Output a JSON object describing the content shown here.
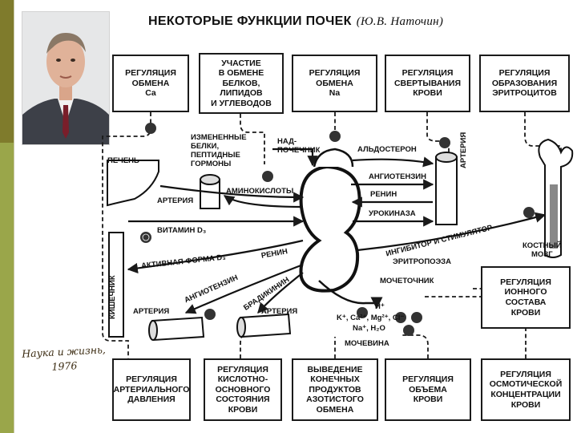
{
  "header": {
    "title": "НЕКОТОРЫЕ ФУНКЦИИ ПОЧЕК",
    "author": "(Ю.В. Наточин)"
  },
  "signature": "Наука и жизнь,\n1976",
  "top_boxes": [
    "РЕГУЛЯЦИЯ\nОБМЕНА\nCa",
    "УЧАСТИЕ\nВ ОБМЕНЕ\nБЕЛКОВ,\nЛИПИДОВ\nИ УГЛЕВОДОВ",
    "РЕГУЛЯЦИЯ\nОБМЕНА\nNa",
    "РЕГУЛЯЦИЯ\nСВЕРТЫВАНИЯ\nКРОВИ",
    "РЕГУЛЯЦИЯ\nОБРАЗОВАНИЯ\nЭРИТРОЦИТОВ"
  ],
  "bottom_boxes": [
    "РЕГУЛЯЦИЯ\nАРТЕРИАЛЬНОГО\nДАВЛЕНИЯ",
    "РЕГУЛЯЦИЯ\nКИСЛОТНО-\nОСНОВНОГО\nСОСТОЯНИЯ\nКРОВИ",
    "ВЫВЕДЕНИЕ\nКОНЕЧНЫХ\nПРОДУКТОВ\nАЗОТИСТОГО\nОБМЕНА",
    "РЕГУЛЯЦИЯ\nОБЪЕМА\nКРОВИ",
    "РЕГУЛЯЦИЯ\nОСМОТИЧЕСКОЙ\nКОНЦЕНТРАЦИИ\nКРОВИ"
  ],
  "right_box": "РЕГУЛЯЦИЯ\nИОННОГО\nСОСТАВА\nКРОВИ",
  "labels": {
    "changed_proteins": "ИЗМЕНЕННЫЕ\nБЕЛКИ,\nПЕПТИДНЫЕ\nГОРМОНЫ",
    "adrenal": "НАД-\nПОЧЕЧНИК",
    "aldosterone": "АЛЬДОСТЕРОН",
    "liver": "ПЕЧЕНЬ",
    "artery": "АРТЕРИЯ",
    "amino_acids": "АМИНОКИСЛОТЫ",
    "angiotensin": "АНГИОТЕНЗИН",
    "renin": "РЕНИН",
    "urokinase": "УРОКИНАЗА",
    "vitamin_d3": "ВИТАМИН D₃",
    "intestine": "КИШЕЧНИК",
    "active_form_d3": "АКТИВНАЯ ФОРМА D₃",
    "inhibitor": "ИНГИБИТОР И СТИМУЛЯТОР",
    "erythropoiesis": "ЭРИТРОПОЭЗА",
    "bone_marrow": "КОСТНЫЙ\nМОЗГ",
    "ureter": "МОЧЕТОЧНИК",
    "bradykinin": "БРАДИКИНИН",
    "ions_1": "H⁺",
    "ions_2": "K⁺, Ca²⁺, Mg²⁺, Cl⁻",
    "ions_3": "Na⁺, H₂O",
    "urea": "МОЧЕВИНА"
  },
  "colors": {
    "sidebar_olive": "#7f7b2c",
    "sidebar_green": "#9aa64a",
    "line": "#1a1a1a"
  }
}
